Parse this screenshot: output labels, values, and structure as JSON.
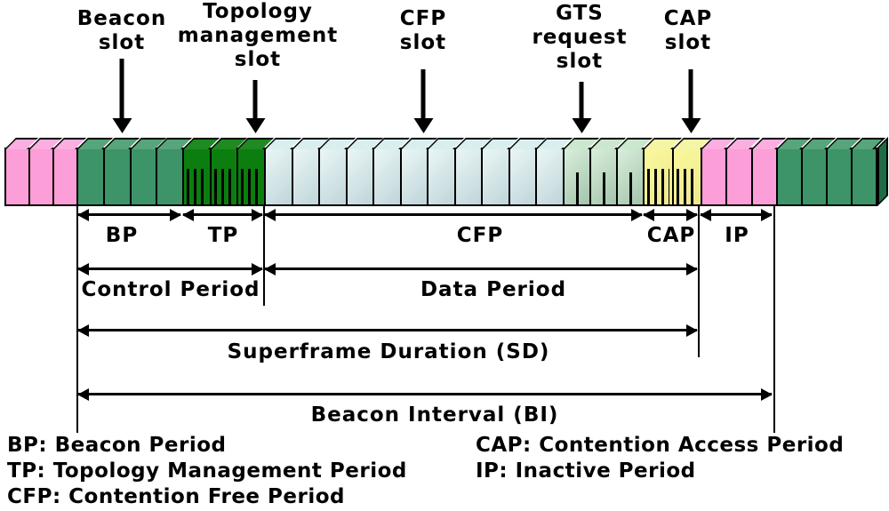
{
  "callouts": {
    "beacon": [
      "Beacon",
      "slot"
    ],
    "topology": [
      "Topology",
      "management",
      "slot"
    ],
    "cfp": [
      "CFP",
      "slot"
    ],
    "gts": [
      "GTS",
      "request",
      "slot"
    ],
    "cap": [
      "CAP",
      "slot"
    ]
  },
  "bar": {
    "sections": [
      {
        "id": "prev-inactive",
        "meaning": "inactive-period-tail",
        "slots": 3,
        "front": "#FC9ED7",
        "top": "#FDAEE1",
        "hatch": "none"
      },
      {
        "id": "bp",
        "meaning": "beacon-period",
        "slots": 4,
        "front": "#3D9468",
        "top": "#57A57B",
        "hatch": "none"
      },
      {
        "id": "tp",
        "meaning": "topology-management",
        "slots": 3,
        "front": "#0B7E0F",
        "top": "#1E8A21",
        "hatch": "dense"
      },
      {
        "id": "cfp",
        "meaning": "contention-free",
        "slots": 11,
        "front": "#EAF6F5",
        "front2": "#BFD5DA",
        "top": "#D9EFEF",
        "hatch": "none"
      },
      {
        "id": "gts",
        "meaning": "gts-request",
        "slots": 3,
        "front": "#D9EEDB",
        "front2": "#A3C4AC",
        "top": "#CBE7CE",
        "hatch": "single"
      },
      {
        "id": "cap",
        "meaning": "contention-access",
        "slots": 2,
        "front": "#FAF99E",
        "front2": "#EDE78C",
        "top": "#F6F5A6",
        "hatch": "dense"
      },
      {
        "id": "ip",
        "meaning": "inactive-period",
        "slots": 3,
        "front": "#FC9ED7",
        "top": "#FDAEE1",
        "hatch": "none"
      },
      {
        "id": "next-bp",
        "meaning": "next-beacon-period",
        "slots": 4,
        "front": "#3D9468",
        "top": "#57A57B",
        "hatch": "none"
      }
    ],
    "side_face_color": "#1E6B45",
    "border_color": "#000000"
  },
  "spans": {
    "bp": "BP",
    "tp": "TP",
    "cfp": "CFP",
    "cap": "CAP",
    "ip": "IP"
  },
  "periods": {
    "control": "Control Period",
    "data": "Data Period"
  },
  "sd_label": "Superframe Duration (SD)",
  "bi_label": "Beacon Interval (BI)",
  "legend": {
    "left": [
      "BP: Beacon Period",
      "TP: Topology Management Period",
      "CFP: Contention Free Period"
    ],
    "right": [
      "CAP: Contention Access Period",
      "IP: Inactive Period"
    ]
  }
}
